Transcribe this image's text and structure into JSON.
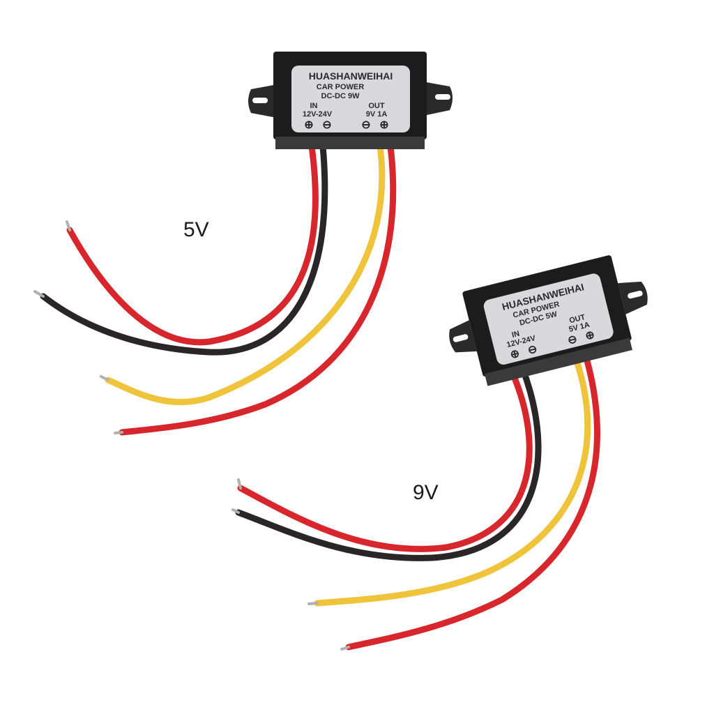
{
  "colors": {
    "background": "#ffffff",
    "housing": "#1c1c1c",
    "label": "#d9d9dc",
    "wire_red": "#d8272c",
    "wire_black": "#2a2526",
    "wire_yellow": "#efc33a",
    "wire_tip": "#b0b0b0"
  },
  "captions": {
    "upper": "5V",
    "lower": "9V"
  },
  "modules": [
    {
      "brand": "HUASHANWEIHAI",
      "line1": "CAR POWER",
      "line2": "DC-DC  9W",
      "in_label": "IN",
      "in_range": "12V-24V",
      "out_label": "OUT",
      "out_rating": "9V 1A",
      "terminals": [
        "⊕",
        "⊖",
        "⊖",
        "⊕"
      ]
    },
    {
      "brand": "HUASHANWEIHAI",
      "line1": "CAR POWER",
      "line2": "DC-DC  5W",
      "in_label": "IN",
      "in_range": "12V-24V",
      "out_label": "OUT",
      "out_rating": "5V 1A",
      "terminals": [
        "⊕",
        "⊖",
        "⊖",
        "⊕"
      ]
    }
  ]
}
